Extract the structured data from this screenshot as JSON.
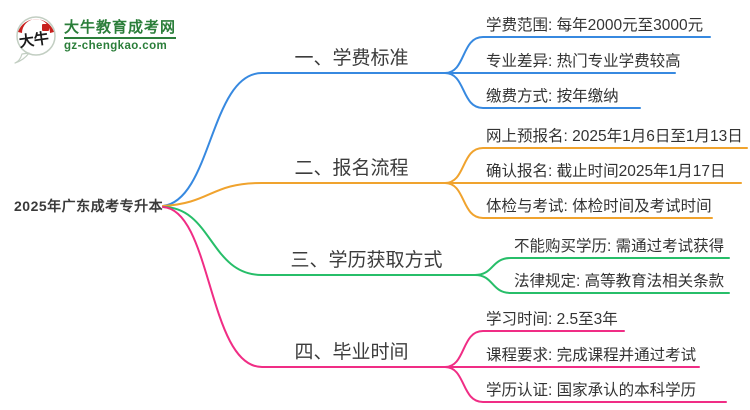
{
  "logo": {
    "badge_text": "大牛",
    "site_name": "大牛教育成考网",
    "site_url": "gz-chengkao.com",
    "brand_green": "#2b7e3a",
    "seal_red": "#c8201d"
  },
  "root": {
    "label": "2025年广东成考专升本"
  },
  "branches": [
    {
      "label": "一、学费标准",
      "color": "#3789E0",
      "children": [
        "学费范围: 每年2000元至3000元",
        "专业差异: 热门专业学费较高",
        "缴费方式: 按年缴纳"
      ]
    },
    {
      "label": "二、报名流程",
      "color": "#F0A32E",
      "children": [
        "网上预报名: 2025年1月6日至1月13日",
        "确认报名: 截止时间2025年1月17日",
        "体检与考试: 体检时间及考试时间"
      ]
    },
    {
      "label": "三、学历获取方式",
      "color": "#27BE69",
      "children": [
        "不能购买学历: 需通过考试获得",
        "法律规定: 高等教育法相关条款"
      ]
    },
    {
      "label": "四、毕业时间",
      "color": "#F02D85",
      "children": [
        "学习时间: 2.5至3年",
        "课程要求: 完成课程并通过考试",
        "学历认证: 国家承认的本科学历"
      ]
    }
  ],
  "text_color": "#333333"
}
